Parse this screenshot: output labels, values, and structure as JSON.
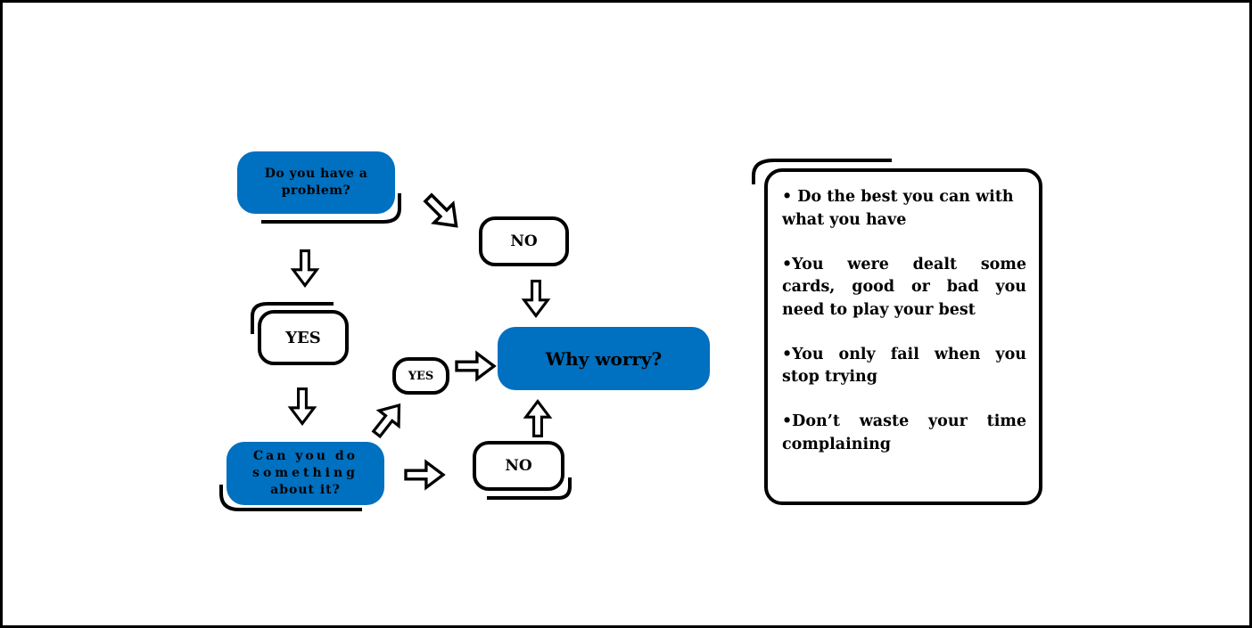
{
  "flowchart": {
    "question1": "Do you have a problem?",
    "no_top": "NO",
    "yes_left": "YES",
    "yes_small": "YES",
    "result": "Why worry?",
    "question2_line1": "Can you do",
    "question2_line2": "something",
    "question2_line3": "about it?",
    "no_bottom": "NO"
  },
  "notes": [
    "• Do the best you can with what you have",
    "•You were dealt some cards, good or bad you need to play your best",
    "•You only fail when you stop trying",
    "•Don’t waste your time complaining"
  ],
  "colors": {
    "box_blue": "#0070c0",
    "ink": "#000000",
    "background": "#ffffff"
  },
  "icons": [
    "hollow-arrow-icon"
  ]
}
